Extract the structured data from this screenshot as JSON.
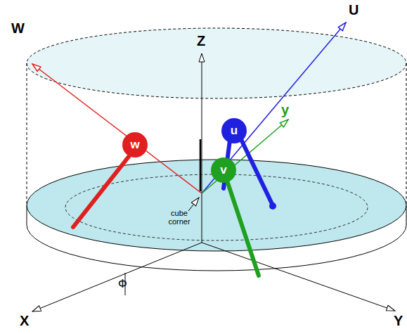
{
  "diagram": {
    "nodes": [
      {
        "text": [
          "w"
        ]
      },
      {
        "text": [
          "u"
        ]
      },
      {
        "text": [
          "v"
        ]
      }
    ],
    "labels": [
      "W",
      "U",
      "Z",
      "y",
      "cube corner",
      "Φ",
      "X",
      "Y"
    ]
  }
}
